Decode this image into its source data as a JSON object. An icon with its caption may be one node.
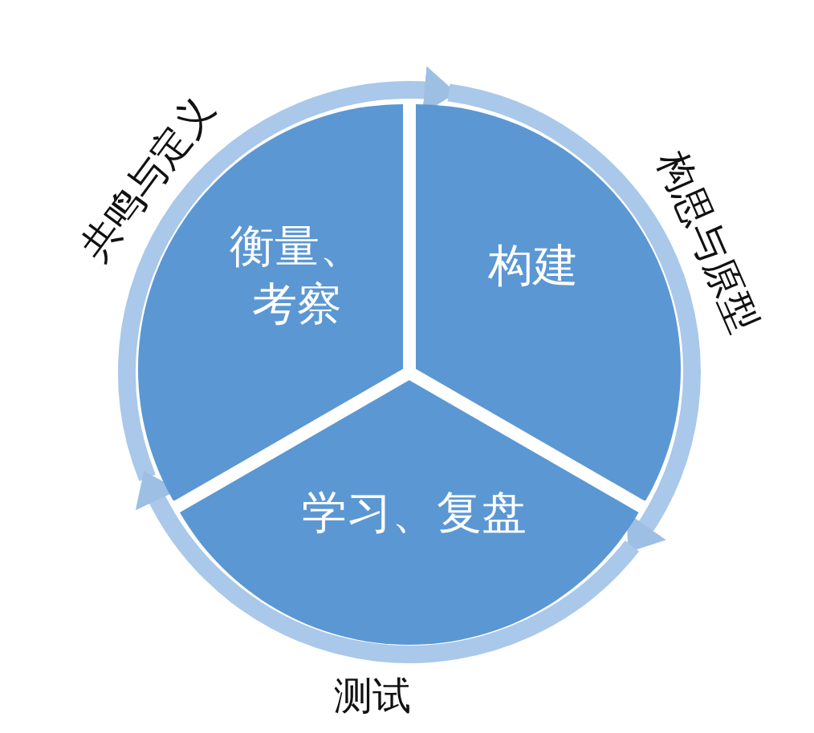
{
  "diagram": {
    "nodes": [
      {
        "text": [
          "衡量、考察"
        ]
      },
      {
        "text": [
          "构建"
        ]
      },
      {
        "text": [
          "学习、复盘"
        ]
      }
    ],
    "edges": [
      {
        "from": 0,
        "to": 1,
        "arrow": "to",
        "label": "共鸣与定义"
      },
      {
        "from": 1,
        "to": 2,
        "arrow": "to",
        "label": "构思与原型"
      },
      {
        "from": 2,
        "to": 0,
        "arrow": "to",
        "label": "测试"
      }
    ]
  }
}
